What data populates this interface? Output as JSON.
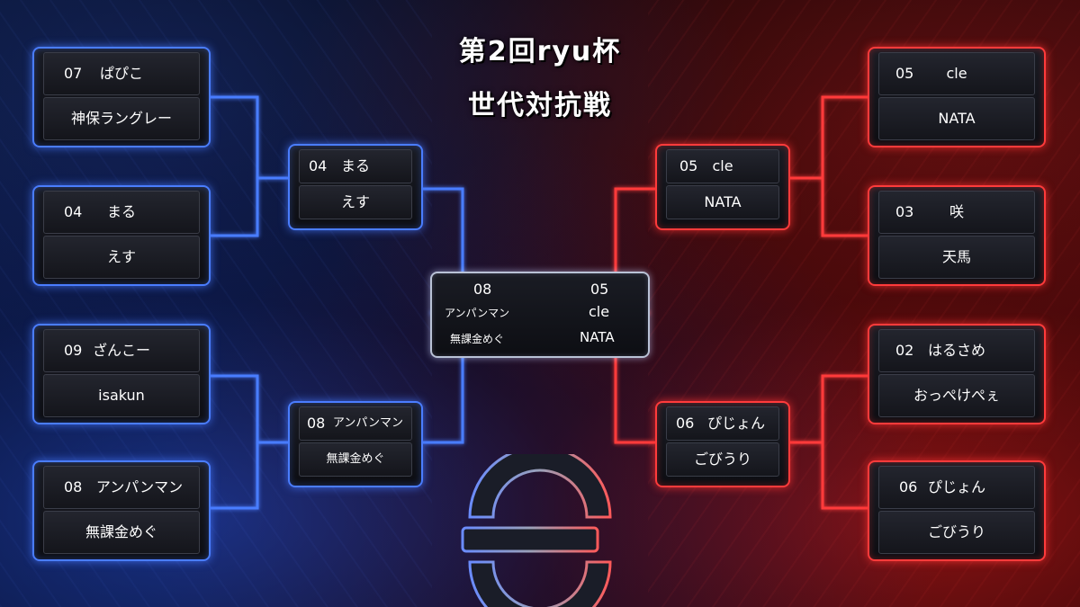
{
  "title": {
    "line1": "第2回ryu杯",
    "line2": "世代対抗戦"
  },
  "colors": {
    "blue": "#4a7dff",
    "red": "#ff3b3b"
  },
  "left_round1": [
    {
      "score": "07",
      "team1": "ぱぴこ",
      "team2": "神保ラングレー"
    },
    {
      "score": "04",
      "team1": "まる",
      "team2": "えす"
    },
    {
      "score": "09",
      "team1": "ざんこー",
      "team2": "isakun"
    },
    {
      "score": "08",
      "team1": "アンパンマン",
      "team2": "無課金めぐ"
    }
  ],
  "left_round2": [
    {
      "score": "04",
      "team1": "まる",
      "team2": "えす"
    },
    {
      "score": "08",
      "team1": "アンパンマン",
      "team2": "無課金めぐ"
    }
  ],
  "right_round1": [
    {
      "score": "05",
      "team1": "cle",
      "team2": "NATA"
    },
    {
      "score": "03",
      "team1": "咲",
      "team2": "天馬"
    },
    {
      "score": "02",
      "team1": "はるさめ",
      "team2": "おっぺけぺぇ"
    },
    {
      "score": "06",
      "team1": "ぴじょん",
      "team2": "ごびうり"
    }
  ],
  "right_round2": [
    {
      "score": "05",
      "team1": "cle",
      "team2": "NATA"
    },
    {
      "score": "06",
      "team1": "ぴじょん",
      "team2": "ごびうり"
    }
  ],
  "final": {
    "left_score": "08",
    "left_team1": "アンパンマン",
    "left_team2": "無課金めぐ",
    "right_score": "05",
    "right_team1": "cle",
    "right_team2": "NATA"
  }
}
